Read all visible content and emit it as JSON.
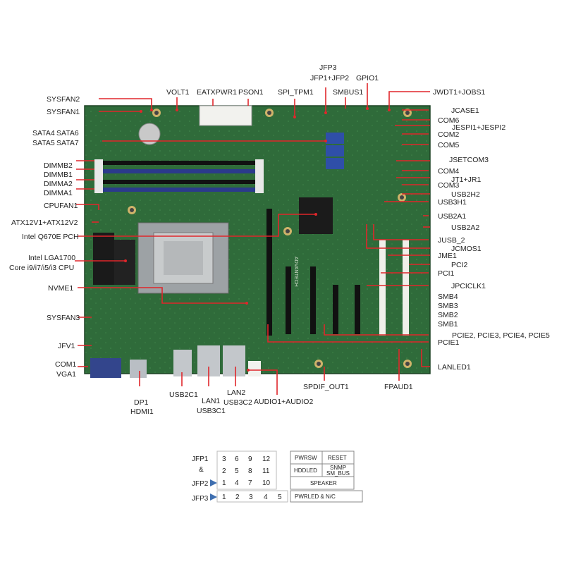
{
  "colors": {
    "pcb": "#2f6b3a",
    "pcb_dark": "#24552d",
    "leader": "#e0262b",
    "dimm_blue": "#2b3a8c",
    "sata_blue": "#2f4fa8",
    "arrow": "#3f6fb0"
  },
  "labels": {
    "sysfan2": "SYSFAN2",
    "sysfan1": "SYSFAN1",
    "volt1": "VOLT1",
    "eatxpwr1": "EATXPWR1",
    "pson1": "PSON1",
    "spi_tpm1": "SPI_TPM1",
    "jfp3": "JFP3",
    "jfp1_jfp2": "JFP1+JFP2",
    "smbus1": "SMBUS1",
    "gpio1": "GPIO1",
    "jwdt1_jobs1": "JWDT1+JOBS1",
    "jcase1": "JCASE1",
    "sata4": "SATA4",
    "sata6": "SATA6",
    "sata5": "SATA5",
    "sata7": "SATA7",
    "com6": "COM6",
    "jespi": "JESPI1+JESPI2",
    "com2": "COM2",
    "com5": "COM5",
    "dimmb2": "DIMMB2",
    "dimmb1": "DIMMB1",
    "dimma2": "DIMMA2",
    "dimma1": "DIMMA1",
    "jsetcom3": "JSETCOM3",
    "com4": "COM4",
    "jt1_jr1": "JT1+JR1",
    "com3": "COM3",
    "usb2h2": "USB2H2",
    "cpufan1": "CPUFAN1",
    "usb3h1": "USB3H1",
    "atx12v": "ATX12V1+ATX12V2",
    "usb2a1": "USB2A1",
    "q670e": "Intel Q670E PCH",
    "usb2a2": "USB2A2",
    "jusb2": "JUSB_2",
    "jcmos1": "JCMOS1",
    "lga1700": "Intel LGA1700",
    "cpu": "Core i9/i7/i5/i3 CPU",
    "jme1": "JME1",
    "pci2": "PCI2",
    "pci1": "PCI1",
    "nvme1": "NVME1",
    "jpciclk1": "JPCICLK1",
    "smb4": "SMB4",
    "smb3": "SMB3",
    "smb2": "SMB2",
    "smb1": "SMB1",
    "sysfan3": "SYSFAN3",
    "pcie2345": "PCIE2, PCIE3, PCIE4, PCIE5",
    "jfv1": "JFV1",
    "pcie1": "PCIE1",
    "com1": "COM1",
    "vga1": "VGA1",
    "lanled1": "LANLED1",
    "spdif": "SPDIF_OUT1",
    "dp1": "DP1",
    "hdmi1": "HDMI1",
    "usb2c1": "USB2C1",
    "lan1": "LAN1",
    "usb3c1": "USB3C1",
    "lan2": "LAN2",
    "usb3c2": "USB3C2",
    "audio": "AUDIO1+AUDIO2",
    "fpaud1": "FPAUD1",
    "board_silk": "ADVANTECH"
  },
  "pin_legend": {
    "jfp1": "JFP1",
    "amp": "&",
    "jfp2": "JFP2",
    "jfp3": "JFP3",
    "row1": [
      "3",
      "6",
      "9",
      "12"
    ],
    "row2": [
      "2",
      "5",
      "8",
      "11"
    ],
    "row3": [
      "1",
      "4",
      "7",
      "10"
    ],
    "jfp3_pins": [
      "1",
      "2",
      "3",
      "4",
      "5"
    ],
    "pwrsw": "PWRSW",
    "reset": "RESET",
    "hddled": "HDDLED",
    "snmp": "SNMP",
    "smbus": "SM_BUS",
    "speaker": "SPEAKER",
    "pwrled": "PWRLED & N/C"
  }
}
